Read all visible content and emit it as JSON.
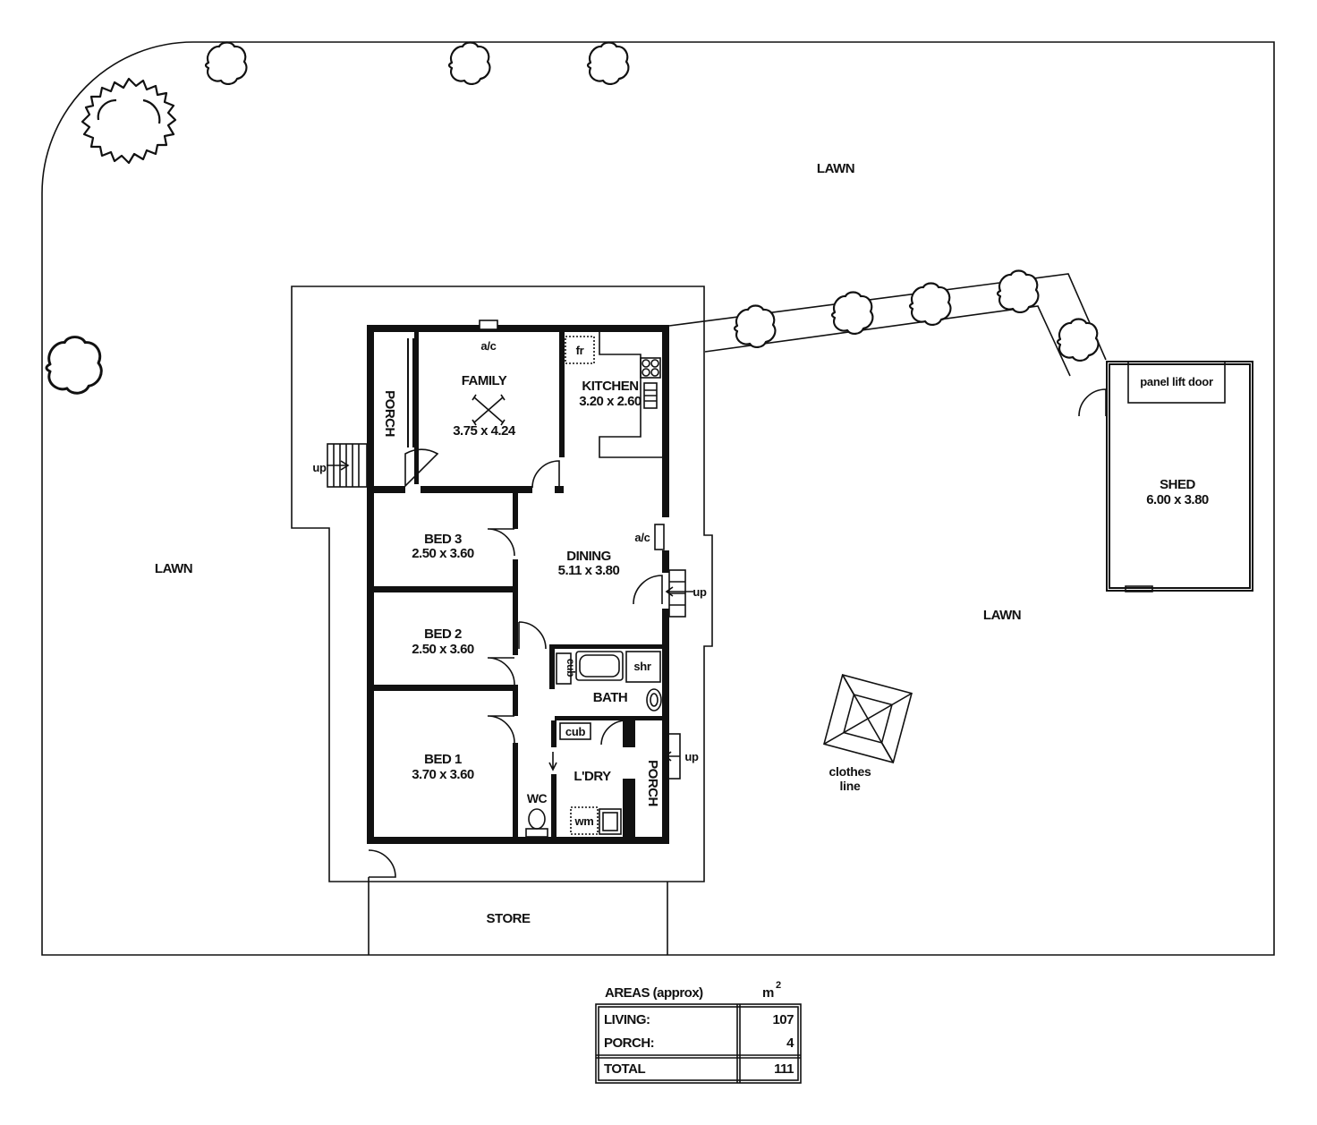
{
  "colors": {
    "ink": "#111111",
    "paper": "#ffffff"
  },
  "site": {
    "lawn_top": "LAWN",
    "lawn_left": "LAWN",
    "lawn_right": "LAWN",
    "store": "STORE",
    "clothes_line_1": "clothes",
    "clothes_line_2": "line"
  },
  "rooms": {
    "family": {
      "name": "FAMILY",
      "size": "3.75 x 4.24"
    },
    "kitchen": {
      "name": "KITCHEN",
      "size": "3.20 x 2.60"
    },
    "dining": {
      "name": "DINING",
      "size": "5.11 x 3.80"
    },
    "bed3": {
      "name": "BED 3",
      "size": "2.50 x 3.60"
    },
    "bed2": {
      "name": "BED 2",
      "size": "2.50 x 3.60"
    },
    "bed1": {
      "name": "BED 1",
      "size": "3.70 x 3.60"
    },
    "bath": {
      "name": "BATH"
    },
    "laundry": {
      "name": "L'DRY"
    },
    "wc": {
      "name": "WC"
    },
    "porch_front": {
      "name": "PORCH"
    },
    "porch_rear": {
      "name": "PORCH"
    },
    "shed": {
      "name": "SHED",
      "size": "6.00 x 3.80"
    }
  },
  "fixtures": {
    "ac_family": "a/c",
    "ac_dining": "a/c",
    "fridge": "fr",
    "shower": "shr",
    "cub_bath": "cub",
    "cub_laundry": "cub",
    "washing_machine": "wm",
    "panel_lift_door": "panel lift door",
    "up_left": "up",
    "up_dining": "up",
    "up_porch": "up"
  },
  "areas": {
    "heading": "AREAS (approx)",
    "unit": "m",
    "unit_exp": "2",
    "rows": [
      {
        "label": "LIVING:",
        "value": "107"
      },
      {
        "label": "PORCH:",
        "value": "4"
      }
    ],
    "total": {
      "label": "TOTAL",
      "value": "111"
    }
  }
}
